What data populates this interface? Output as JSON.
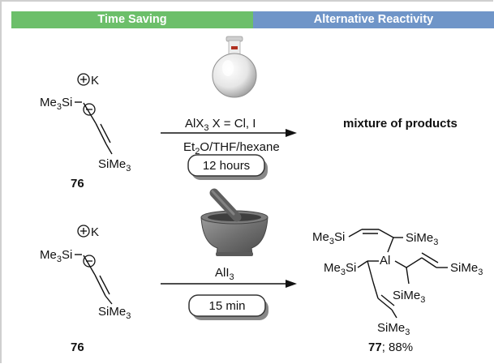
{
  "header": {
    "left_label": "Time Saving",
    "left_color": "#6cbf6a",
    "right_label": "Alternative Reactivity",
    "right_color": "#6f95c8"
  },
  "top_reaction": {
    "reagent": "AlX3 X = Cl, I",
    "solvent": "Et2O/THF/hexane",
    "time": "12 hours",
    "product_text": "mixture of products",
    "compound_number": "76"
  },
  "bottom_reaction": {
    "reagent": "AlI3",
    "time": "15 min",
    "compound_number": "76",
    "product_number": "77",
    "product_yield": "; 88%"
  },
  "molecule_labels": {
    "counter_ion": "K",
    "tms": "Me3Si",
    "tms_right": "SiMe3"
  },
  "icons": [
    "round-bottom-flask-icon",
    "mortar-and-pestle-icon",
    "charge-plus-icon",
    "charge-minus-icon"
  ]
}
